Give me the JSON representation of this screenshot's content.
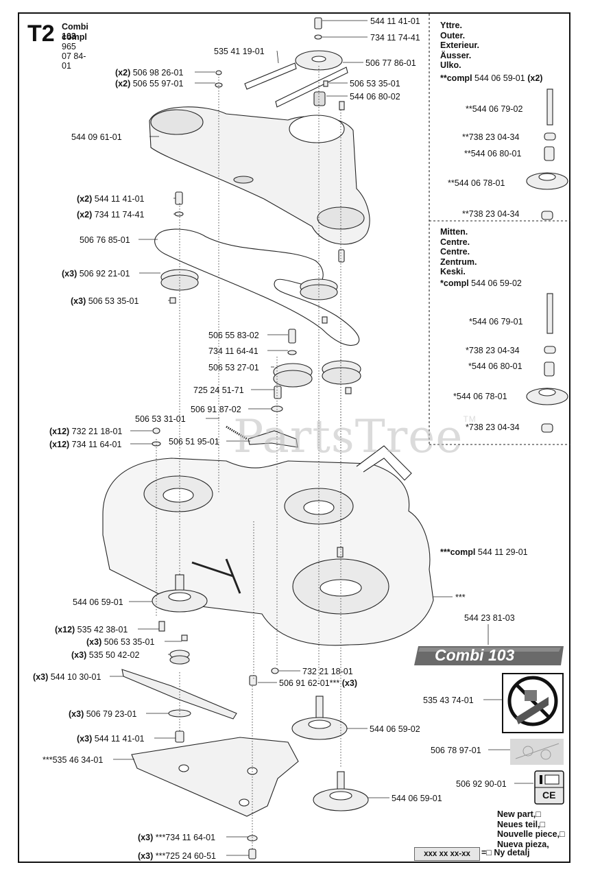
{
  "header": {
    "section": "T2",
    "model": "Combi 103",
    "compl_prefix": "compl",
    "compl_number": "965 07 84-01"
  },
  "outer_box": {
    "names": [
      "Yttre.",
      "Outer.",
      "Exterieur.",
      "Äusser.",
      "Ulko."
    ],
    "compl_label": "**compl",
    "compl_number": "544 06 59-01",
    "compl_qty": "(x2)",
    "parts": [
      "**544 06 79-02",
      "**738 23 04-34",
      "**544 06 80-01",
      "**544 06 78-01",
      "**738 23 04-34"
    ]
  },
  "center_box": {
    "names": [
      "Mitten.",
      "Centre.",
      "Centre.",
      "Zentrum.",
      "Keski."
    ],
    "compl_label": "*compl",
    "compl_number": "544 06 59-02",
    "parts": [
      "*544 06 79-01",
      "*738 23 04-34",
      "*544 06 80-01",
      "*544 06 78-01",
      "*738 23 04-34"
    ]
  },
  "labels": [
    {
      "qty": "",
      "text": "544 11 41-01"
    },
    {
      "qty": "",
      "text": "734 11 74-41"
    },
    {
      "qty": "",
      "text": "535 41 19-01"
    },
    {
      "qty": "",
      "text": "506 77 86-01"
    },
    {
      "qty": "(x2)",
      "text": "506 98 26-01"
    },
    {
      "qty": "(x2)",
      "text": "506 55 97-01"
    },
    {
      "qty": "",
      "text": "506 53 35-01"
    },
    {
      "qty": "",
      "text": "544 06 80-02"
    },
    {
      "qty": "",
      "text": "544 09 61-01"
    },
    {
      "qty": "(x2)",
      "text": "544 11 41-01"
    },
    {
      "qty": "(x2)",
      "text": "734 11 74-41"
    },
    {
      "qty": "",
      "text": "506 76 85-01"
    },
    {
      "qty": "(x3)",
      "text": "506 92 21-01"
    },
    {
      "qty": "(x3)",
      "text": "506 53 35-01"
    },
    {
      "qty": "",
      "text": "506 55 83-02"
    },
    {
      "qty": "",
      "text": "734 11 64-41"
    },
    {
      "qty": "",
      "text": "506 53 27-01"
    },
    {
      "qty": "",
      "text": "725 24 51-71"
    },
    {
      "qty": "",
      "text": "506 91 87-02"
    },
    {
      "qty": "",
      "text": "506 53 31-01"
    },
    {
      "qty": "(x12)",
      "text": "732 21 18-01"
    },
    {
      "qty": "(x12)",
      "text": "734 11 64-01"
    },
    {
      "qty": "",
      "text": "506 51 95-01"
    },
    {
      "qty": "",
      "text": "***compl 544 11 29-01"
    },
    {
      "qty": "",
      "text": "***"
    },
    {
      "qty": "",
      "text": "544 06 59-01"
    },
    {
      "qty": "(x12)",
      "text": "535 42 38-01"
    },
    {
      "qty": "(x3)",
      "text": "506 53 35-01"
    },
    {
      "qty": "(x3)",
      "text": "535 50 42-02"
    },
    {
      "qty": "",
      "text": "544 23 81-03"
    },
    {
      "qty": "(x3)",
      "text": "544 10 30-01"
    },
    {
      "qty": "",
      "text": "732 21 18-01"
    },
    {
      "qty": "(x3)",
      "text": "506 91 62-01***"
    },
    {
      "qty": "",
      "text": "535 43 74-01"
    },
    {
      "qty": "(x3)",
      "text": "506 79 23-01"
    },
    {
      "qty": "",
      "text": "544 06 59-02"
    },
    {
      "qty": "(x3)",
      "text": "544 11 41-01"
    },
    {
      "qty": "",
      "text": "506 78 97-01"
    },
    {
      "qty": "",
      "text": "***535 46 34-01"
    },
    {
      "qty": "",
      "text": "506 92 90-01"
    },
    {
      "qty": "",
      "text": "544 06 59-01"
    },
    {
      "qty": "(x3)",
      "text": "***734 11 64-01"
    },
    {
      "qty": "(x3)",
      "text": "***725 24 60-51"
    }
  ],
  "badge_text": "Combi 103",
  "watermark": "PartsTree",
  "watermark_tm": "TM",
  "legend": {
    "lines": [
      "New part,□",
      "Neues teil,□",
      "Nouvelle piece,□",
      "Nueva pieza,"
    ],
    "box_text": "xxx xx xx-xx",
    "eq": "=□",
    "last": "Ny detalj"
  },
  "ce_mark": "CE"
}
